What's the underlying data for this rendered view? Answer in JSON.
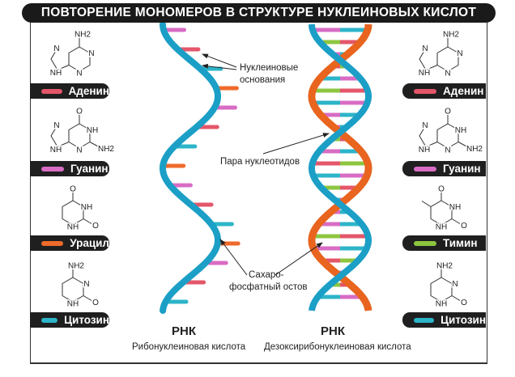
{
  "title": "ПОВТОРЕНИЕ МОНОМЕРОВ В СТРУКТУРЕ НУКЛЕИНОВЫХ КИСЛОТ",
  "colors": {
    "adenine": "#e4566a",
    "guanine": "#d86cc4",
    "uracil": "#ef6a2a",
    "cytosine": "#2cb4c9",
    "thymine": "#8cc63f",
    "strand_teal": "#1b9fc6",
    "strand_orange": "#e8641f"
  },
  "left": [
    {
      "label": "Аденин",
      "color": "#e4566a",
      "type": "adenine",
      "atoms": [
        "NH2",
        "N",
        "N",
        "N",
        "NH"
      ]
    },
    {
      "label": "Гуанин",
      "color": "#d86cc4",
      "type": "guanine",
      "atoms": [
        "O",
        "NH",
        "NH2",
        "N",
        "N",
        "NH"
      ]
    },
    {
      "label": "Урацил",
      "color": "#ef6a2a",
      "type": "uracil",
      "atoms": [
        "O",
        "NH",
        "O",
        "NH"
      ]
    },
    {
      "label": "Цитозин",
      "color": "#2cb4c9",
      "type": "cytosine",
      "atoms": [
        "NH2",
        "N",
        "O",
        "NH"
      ]
    }
  ],
  "right": [
    {
      "label": "Аденин",
      "color": "#e4566a",
      "type": "adenine",
      "atoms": [
        "NH2",
        "N",
        "N",
        "N",
        "NH"
      ]
    },
    {
      "label": "Гуанин",
      "color": "#d86cc4",
      "type": "guanine",
      "atoms": [
        "O",
        "NH",
        "NH2",
        "N",
        "N",
        "NH"
      ]
    },
    {
      "label": "Тимин",
      "color": "#8cc63f",
      "type": "thymine",
      "atoms": [
        "O",
        "NH",
        "O",
        "NH"
      ]
    },
    {
      "label": "Цитозин",
      "color": "#2cb4c9",
      "type": "cytosine",
      "atoms": [
        "NH2",
        "N",
        "O",
        "NH"
      ]
    }
  ],
  "annotations": {
    "bases_1": "Нуклеиновые",
    "bases_2": "основания",
    "pair": "Пара нуклеотидов",
    "backbone_1": "Сахаро-",
    "backbone_2": "фосфатный остов"
  },
  "rna": {
    "name": "РНК",
    "subtitle": "Рибонуклеиновая кислота"
  },
  "dna": {
    "name": "РНК",
    "subtitle": "Дезоксирибонуклеиновая кислота"
  }
}
